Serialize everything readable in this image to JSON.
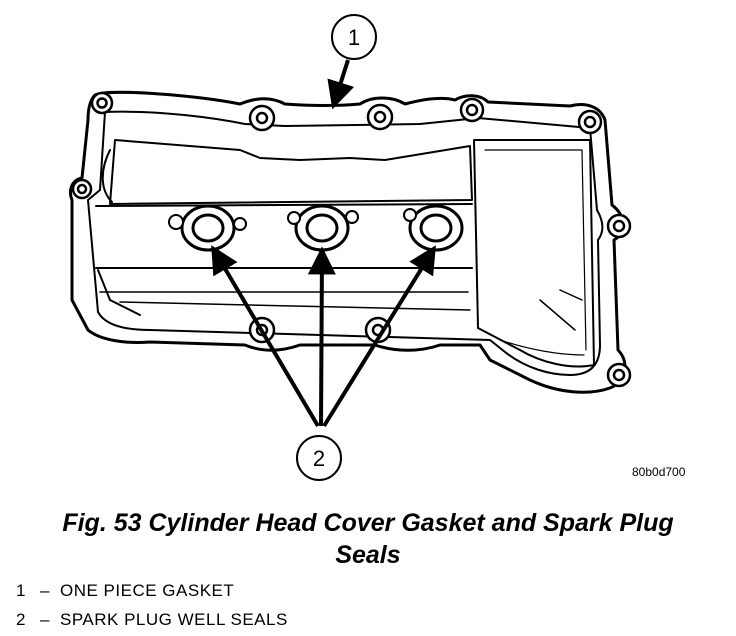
{
  "callouts": {
    "one": "1",
    "two": "2"
  },
  "reference_code": "80b0d700",
  "caption": {
    "line1": "Fig. 53 Cylinder Head Cover Gasket and Spark Plug",
    "line2": "Seals"
  },
  "legend": [
    {
      "number": "1",
      "dash": "–",
      "text": "ONE PIECE GASKET"
    },
    {
      "number": "2",
      "dash": "–",
      "text": "SPARK PLUG WELL SEALS"
    }
  ]
}
